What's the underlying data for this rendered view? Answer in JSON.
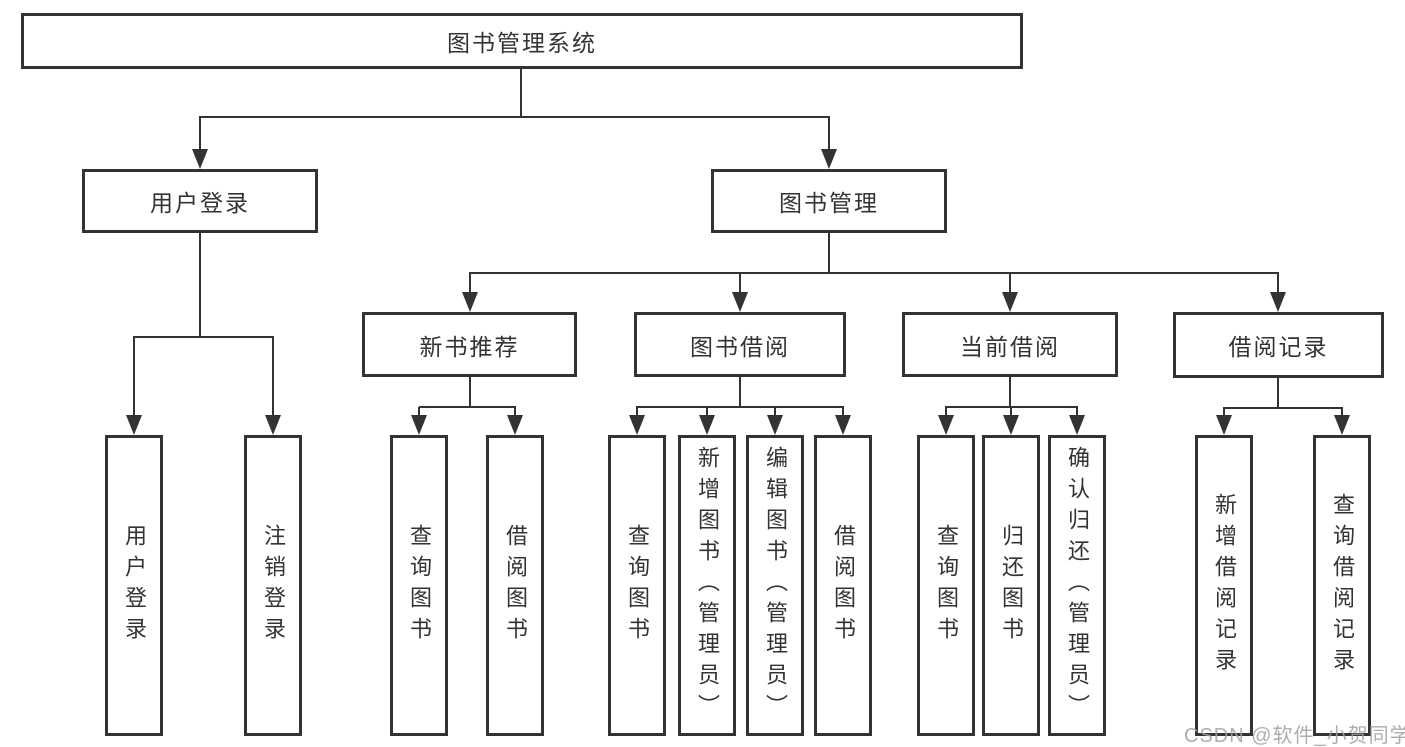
{
  "diagram": {
    "root": {
      "label": "图书管理系统"
    },
    "level1": [
      {
        "label": "用户登录"
      },
      {
        "label": "图书管理"
      }
    ],
    "level2": [
      {
        "label": "新书推荐"
      },
      {
        "label": "图书借阅"
      },
      {
        "label": "当前借阅"
      },
      {
        "label": "借阅记录"
      }
    ],
    "leaves": {
      "user_login": [
        "用户登录",
        "注销登录"
      ],
      "new_books": [
        "查询图书",
        "借阅图书"
      ],
      "book_borrow": [
        "查询图书",
        "新增图书（管理员）",
        "编辑图书（管理员）",
        "借阅图书"
      ],
      "current_borrow": [
        "查询图书",
        "归还图书",
        "确认归还（管理员）"
      ],
      "borrow_records": [
        "新增借阅记录",
        "查询借阅记录"
      ]
    }
  },
  "watermark": {
    "text": "CSDN @软件_小贺同学"
  },
  "colors": {
    "line": "#333333",
    "text": "#333333",
    "box_background": "#ffffff",
    "page_background": "#ffffff",
    "watermark": "#a0a0a0"
  }
}
